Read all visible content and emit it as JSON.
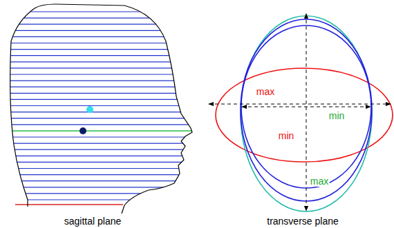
{
  "diagram": {
    "labels": [
      "max",
      "min",
      "min",
      "max",
      "sagittal plane",
      "transverse plane"
    ]
  }
}
